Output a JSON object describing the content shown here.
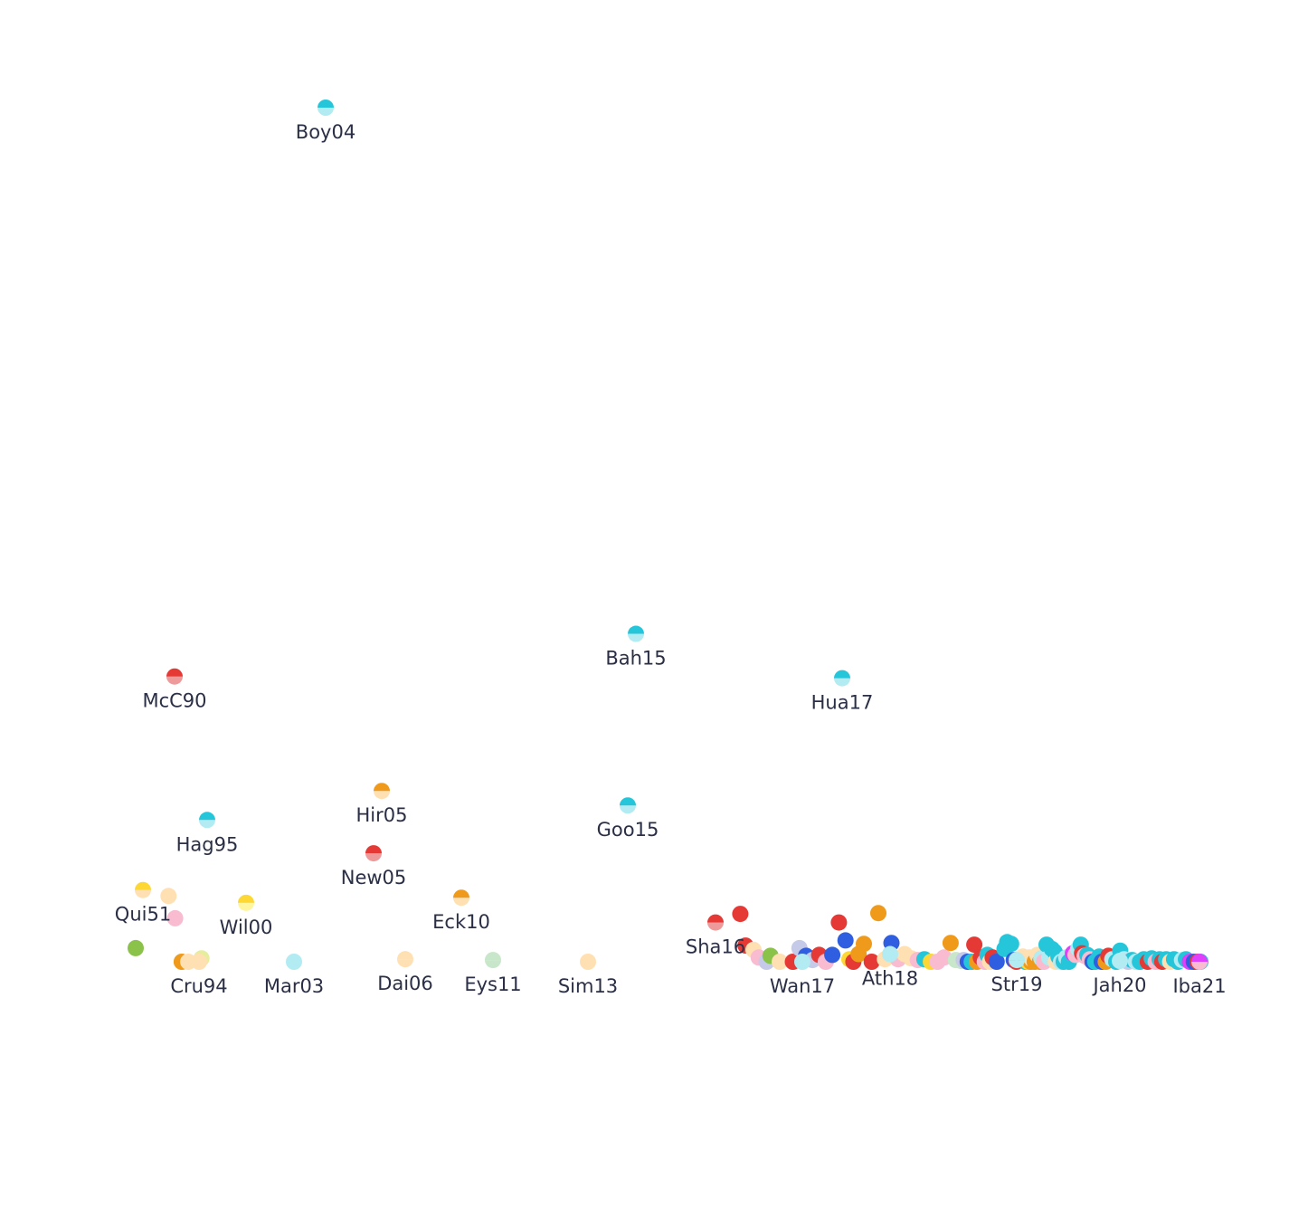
{
  "chart_data": {
    "type": "scatter",
    "title": "",
    "xlabel": "",
    "ylabel": "",
    "grid": false,
    "legend": "none",
    "xlim": [
      1949,
      2022.3
    ],
    "ylim": [
      0,
      100
    ],
    "labeled_points": [
      {
        "label": "Boy04",
        "x": 2004,
        "y": 100,
        "c1": "#26c6da",
        "c2": "#b2ebf2"
      },
      {
        "label": "Bah15",
        "x": 2015,
        "y": 38.4,
        "c1": "#26c6da",
        "c2": "#b2ebf2"
      },
      {
        "label": "Hua17",
        "x": 2017.5,
        "y": 33.2,
        "c1": "#26c6da",
        "c2": "#b2ebf2"
      },
      {
        "label": "McC90",
        "x": 1990,
        "y": 33.4,
        "c1": "#e53935",
        "c2": "#ef9a9a"
      },
      {
        "label": "Hir05",
        "x": 2005,
        "y": 20.0,
        "c1": "#ef9a1a",
        "c2": "#ffe0b2"
      },
      {
        "label": "Goo15",
        "x": 2014.9,
        "y": 18.3,
        "c1": "#26c6da",
        "c2": "#b2ebf2"
      },
      {
        "label": "Hag95",
        "x": 1995,
        "y": 16.6,
        "c1": "#26c6da",
        "c2": "#b2ebf2"
      },
      {
        "label": "New05",
        "x": 2004.9,
        "y": 12.7,
        "c1": "#e53935",
        "c2": "#ef9a9a"
      },
      {
        "label": "Eck10",
        "x": 2010,
        "y": 7.5,
        "c1": "#ef9a1a",
        "c2": "#ffe0b2"
      },
      {
        "label": "Qui51",
        "x": 1951,
        "y": 8.4,
        "c1": "#fdd835",
        "c2": "#ffe0b2"
      },
      {
        "label": "Wil00",
        "x": 2000,
        "y": 6.9,
        "c1": "#fdd835",
        "c2": "#fff59d"
      },
      {
        "label": "Sha16",
        "x": 2016.4,
        "y": 4.6,
        "c1": "#e53935",
        "c2": "#ef9a9a"
      },
      {
        "label": "Cru94",
        "x": 1994,
        "y": 0,
        "c1": "#ffe0b2",
        "c2": "#ffe0b2"
      },
      {
        "label": "Mar03",
        "x": 2003,
        "y": 0,
        "c1": "#b2ebf2",
        "c2": "#b2ebf2"
      },
      {
        "label": "Dai06",
        "x": 2006,
        "y": 0.3,
        "c1": "#ffe0b2",
        "c2": "#ffe0b2"
      },
      {
        "label": "Eys11",
        "x": 2011,
        "y": 0.2,
        "c1": "#c8e6c9",
        "c2": "#c8e6c9"
      },
      {
        "label": "Sim13",
        "x": 2013,
        "y": 0,
        "c1": "#ffe0b2",
        "c2": "#ffe0b2"
      },
      {
        "label": "Wan17",
        "x": 2017.3,
        "y": 0,
        "c1": "#b2ebf2",
        "c2": "#b2ebf2"
      },
      {
        "label": "Ath18",
        "x": 2018.2,
        "y": 0.9,
        "c1": "#b2ebf2",
        "c2": "#b2ebf2"
      },
      {
        "label": "Str19",
        "x": 2019.1,
        "y": 0.2,
        "c1": "#b2ebf2",
        "c2": "#b2ebf2"
      },
      {
        "label": "Jah20",
        "x": 2020.2,
        "y": 0.1,
        "c1": "#b2ebf2",
        "c2": "#b2ebf2"
      },
      {
        "label": "Iba21",
        "x": 2021.7,
        "y": 0,
        "c1": "#e040fb",
        "c2": "#f8bbd0"
      }
    ],
    "points": [
      {
        "x": 1949,
        "y": 1.6,
        "c": "#8bc34a"
      },
      {
        "x": 1951.5,
        "y": 7.7,
        "c": "#ffe0b2"
      },
      {
        "x": 1952,
        "y": 5.1,
        "c": "#f8bbd0"
      },
      {
        "x": 1952.5,
        "y": 0,
        "c": "#ef9a1a"
      },
      {
        "x": 1953,
        "y": 0,
        "c": "#ffe0b2"
      },
      {
        "x": 1954,
        "y": 0.4,
        "c": "#e6ee9c"
      },
      {
        "x": 1995,
        "y": 5.6,
        "c": "#e53935"
      },
      {
        "x": 1995.4,
        "y": 1.9,
        "c": "#e53935"
      },
      {
        "x": 1996,
        "y": 1.4,
        "c": "#ffe0b2"
      },
      {
        "x": 1996.4,
        "y": 0.5,
        "c": "#f8bbd0"
      },
      {
        "x": 1997,
        "y": 0,
        "c": "#c5cae9"
      },
      {
        "x": 1997.3,
        "y": 0.7,
        "c": "#8bc34a"
      },
      {
        "x": 1998,
        "y": 0,
        "c": "#ffe0b2"
      },
      {
        "x": 1999,
        "y": 0,
        "c": "#e53935"
      },
      {
        "x": 1999.5,
        "y": 1.6,
        "c": "#c5cae9"
      },
      {
        "x": 2000,
        "y": 0.7,
        "c": "#2f5fe0"
      },
      {
        "x": 2000.5,
        "y": 0.2,
        "c": "#c5cae9"
      },
      {
        "x": 2001,
        "y": 0.8,
        "c": "#e53935"
      },
      {
        "x": 2001.5,
        "y": 0,
        "c": "#f8bbd0"
      },
      {
        "x": 2002,
        "y": 0.8,
        "c": "#2f5fe0"
      },
      {
        "x": 2002.5,
        "y": 4.6,
        "c": "#e53935"
      },
      {
        "x": 2003,
        "y": 2.5,
        "c": "#2f5fe0"
      },
      {
        "x": 2003.3,
        "y": 0.3,
        "c": "#fdd835"
      },
      {
        "x": 2003.6,
        "y": 0,
        "c": "#e53935"
      },
      {
        "x": 2004,
        "y": 0.9,
        "c": "#ef9a1a"
      },
      {
        "x": 2004.4,
        "y": 2.1,
        "c": "#ef9a1a"
      },
      {
        "x": 2005,
        "y": 0,
        "c": "#e53935"
      },
      {
        "x": 2005.5,
        "y": 5.7,
        "c": "#ef9a1a"
      },
      {
        "x": 2006,
        "y": 0.3,
        "c": "#ffe0b2"
      },
      {
        "x": 2006.5,
        "y": 2.2,
        "c": "#2f5fe0"
      },
      {
        "x": 2007,
        "y": 0.3,
        "c": "#f8bbd0"
      },
      {
        "x": 2007.5,
        "y": 0.9,
        "c": "#ffe0b2"
      },
      {
        "x": 2008,
        "y": 0.4,
        "c": "#ffe0b2"
      },
      {
        "x": 2008.5,
        "y": 0.2,
        "c": "#f8bbd0"
      },
      {
        "x": 2009,
        "y": 0.3,
        "c": "#26c6da"
      },
      {
        "x": 2009.5,
        "y": 0,
        "c": "#fdd835"
      },
      {
        "x": 2010,
        "y": 0,
        "c": "#f8bbd0"
      },
      {
        "x": 2010.5,
        "y": 0.5,
        "c": "#f8bbd0"
      },
      {
        "x": 2011,
        "y": 2.2,
        "c": "#ef9a1a"
      },
      {
        "x": 2011.4,
        "y": 0.2,
        "c": "#c8e6c9"
      },
      {
        "x": 2011.8,
        "y": 0.1,
        "c": "#c8e6c9"
      },
      {
        "x": 2012,
        "y": 0.2,
        "c": "#c5cae9"
      },
      {
        "x": 2012.3,
        "y": 0,
        "c": "#2f5fe0"
      },
      {
        "x": 2012.6,
        "y": 0,
        "c": "#26c6da"
      },
      {
        "x": 2012.8,
        "y": 2.0,
        "c": "#e53935"
      },
      {
        "x": 2013,
        "y": 0,
        "c": "#ef9a1a"
      },
      {
        "x": 2013.3,
        "y": 0.5,
        "c": "#e53935"
      },
      {
        "x": 2013.6,
        "y": 0,
        "c": "#f8bbd0"
      },
      {
        "x": 2013.8,
        "y": 0.8,
        "c": "#26c6da"
      },
      {
        "x": 2014,
        "y": 0,
        "c": "#ffe0b2"
      },
      {
        "x": 2014.2,
        "y": 0.5,
        "c": "#e53935"
      },
      {
        "x": 2014.5,
        "y": 0,
        "c": "#2f5fe0"
      },
      {
        "x": 2015.1,
        "y": 1.5,
        "c": "#26c6da"
      },
      {
        "x": 2015.3,
        "y": 2.3,
        "c": "#26c6da"
      },
      {
        "x": 2015.6,
        "y": 2.1,
        "c": "#26c6da"
      },
      {
        "x": 2015.8,
        "y": 0.2,
        "c": "#2f5fe0"
      },
      {
        "x": 2016,
        "y": 0,
        "c": "#e53935"
      },
      {
        "x": 2016.2,
        "y": 0.3,
        "c": "#ef9a1a"
      },
      {
        "x": 2016.5,
        "y": 0.6,
        "c": "#ffe0b2"
      },
      {
        "x": 2016.7,
        "y": 0,
        "c": "#26c6da"
      },
      {
        "x": 2016.9,
        "y": 0,
        "c": "#fdd835"
      },
      {
        "x": 2017,
        "y": 0.5,
        "c": "#ffe0b2"
      },
      {
        "x": 2017.1,
        "y": 0,
        "c": "#ef9a1a"
      },
      {
        "x": 2017.2,
        "y": 0.3,
        "c": "#ffe0b2"
      },
      {
        "x": 2017.4,
        "y": 0,
        "c": "#ef9a1a"
      },
      {
        "x": 2017.6,
        "y": 0.8,
        "c": "#ffe0b2"
      },
      {
        "x": 2017.8,
        "y": 0,
        "c": "#ef9a1a"
      },
      {
        "x": 2017.9,
        "y": 0.4,
        "c": "#b2ebf2"
      },
      {
        "x": 2018.1,
        "y": 0,
        "c": "#f8bbd0"
      },
      {
        "x": 2018.3,
        "y": 2.0,
        "c": "#26c6da"
      },
      {
        "x": 2018.5,
        "y": 0.5,
        "c": "#b2ebf2"
      },
      {
        "x": 2018.7,
        "y": 1.5,
        "c": "#26c6da"
      },
      {
        "x": 2018.9,
        "y": 1.2,
        "c": "#26c6da"
      },
      {
        "x": 2019,
        "y": 0,
        "c": "#ffe0b2"
      },
      {
        "x": 2019.2,
        "y": 0.6,
        "c": "#26c6da"
      },
      {
        "x": 2019.4,
        "y": 0,
        "c": "#b2ebf2"
      },
      {
        "x": 2019.6,
        "y": 0,
        "c": "#26c6da"
      },
      {
        "x": 2019.8,
        "y": 0.5,
        "c": "#b2ebf2"
      },
      {
        "x": 2020,
        "y": 0,
        "c": "#26c6da"
      },
      {
        "x": 2020.3,
        "y": 1.0,
        "c": "#e040fb"
      },
      {
        "x": 2020.5,
        "y": 0.8,
        "c": "#f8bbd0"
      },
      {
        "x": 2020.7,
        "y": 1.5,
        "c": "#b2ebf2"
      },
      {
        "x": 2020.9,
        "y": 2.0,
        "c": "#26c6da"
      },
      {
        "x": 2021,
        "y": 1.0,
        "c": "#e53935"
      },
      {
        "x": 2021.2,
        "y": 0.7,
        "c": "#f8bbd0"
      },
      {
        "x": 2021.4,
        "y": 0.8,
        "c": "#26c6da"
      },
      {
        "x": 2021.6,
        "y": 0.3,
        "c": "#f8bbd0"
      },
      {
        "x": 2021.8,
        "y": 0,
        "c": "#2f5fe0"
      },
      {
        "x": 2022,
        "y": 0,
        "c": "#26c6da"
      },
      {
        "x": 2022.3,
        "y": 0.6,
        "c": "#26c6da"
      },
      {
        "x": 2022.5,
        "y": 0,
        "c": "#2f5fe0"
      },
      {
        "x": 2022.8,
        "y": 0,
        "c": "#ef9a1a"
      },
      {
        "x": 2023,
        "y": 0.7,
        "c": "#e53935"
      },
      {
        "x": 2023.3,
        "y": 0.3,
        "c": "#b2ebf2"
      },
      {
        "x": 2023.6,
        "y": 0,
        "c": "#26c6da"
      },
      {
        "x": 2023.9,
        "y": 1.3,
        "c": "#26c6da"
      },
      {
        "x": 2024.2,
        "y": 0.3,
        "c": "#b2ebf2"
      },
      {
        "x": 2024.5,
        "y": 0,
        "c": "#c5cae9"
      },
      {
        "x": 2024.8,
        "y": 0.2,
        "c": "#26c6da"
      },
      {
        "x": 2025.1,
        "y": 0,
        "c": "#b2ebf2"
      },
      {
        "x": 2025.4,
        "y": 0,
        "c": "#26c6da"
      },
      {
        "x": 2025.7,
        "y": 0.3,
        "c": "#26c6da"
      },
      {
        "x": 2026,
        "y": 0,
        "c": "#e53935"
      },
      {
        "x": 2026.3,
        "y": 0.4,
        "c": "#26c6da"
      },
      {
        "x": 2026.6,
        "y": 0,
        "c": "#f8bbd0"
      },
      {
        "x": 2026.9,
        "y": 0.3,
        "c": "#26c6da"
      },
      {
        "x": 2027.1,
        "y": 0,
        "c": "#e53935"
      },
      {
        "x": 2027.4,
        "y": 0.3,
        "c": "#26c6da"
      },
      {
        "x": 2027.7,
        "y": 0,
        "c": "#ffe0b2"
      },
      {
        "x": 2028,
        "y": 0.3,
        "c": "#26c6da"
      },
      {
        "x": 2028.3,
        "y": 0,
        "c": "#26c6da"
      },
      {
        "x": 2028.6,
        "y": 0.2,
        "c": "#b2ebf2"
      },
      {
        "x": 2028.9,
        "y": 0.3,
        "c": "#26c6da"
      },
      {
        "x": 2029.2,
        "y": 0,
        "c": "#e040fb"
      },
      {
        "x": 2029.5,
        "y": 0,
        "c": "#2f5fe0"
      },
      {
        "x": 2029.8,
        "y": 0,
        "c": "#e53935"
      },
      {
        "x": 2030,
        "y": 0,
        "c": "#26c6da"
      }
    ]
  }
}
